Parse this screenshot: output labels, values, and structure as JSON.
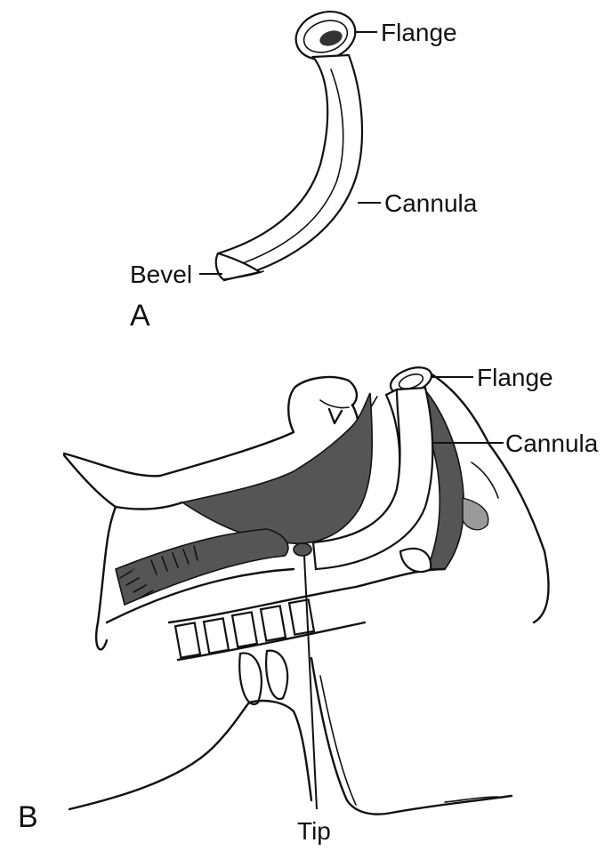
{
  "panel_a": {
    "panel_label": "A",
    "labels": {
      "flange": "Flange",
      "cannula": "Cannula",
      "bevel": "Bevel"
    }
  },
  "panel_b": {
    "panel_label": "B",
    "labels": {
      "flange": "Flange",
      "cannula": "Cannula",
      "tip": "Tip"
    }
  }
}
